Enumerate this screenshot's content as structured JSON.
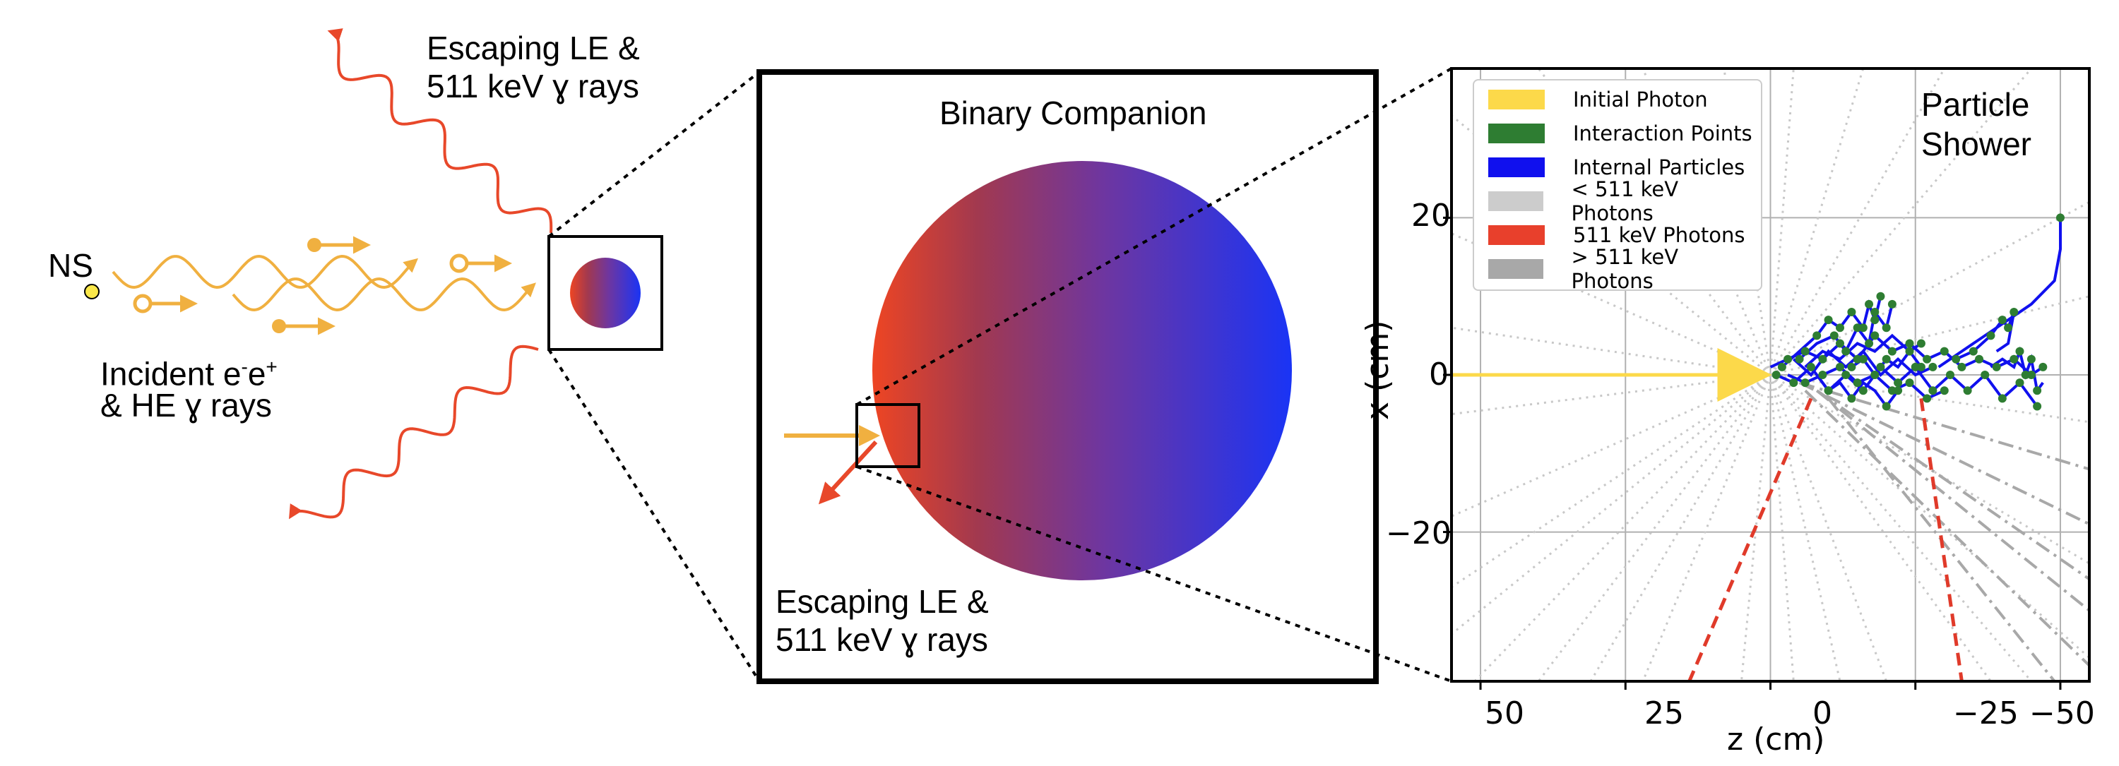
{
  "left_panel": {
    "ns_label": "NS",
    "incident_line1_prefix": "Incident e",
    "incident_sup1": "-",
    "incident_mid": "e",
    "incident_sup2": "+",
    "incident_line2": "& HE ɣ rays",
    "escaping_top_line1": "Escaping LE &",
    "escaping_top_line2": "511 keV ɣ rays"
  },
  "middle_panel": {
    "title": "Binary Companion",
    "escaping_line1": "Escaping LE &",
    "escaping_line2": "511 keV ɣ rays"
  },
  "right_panel": {
    "title_line1": "Particle",
    "title_line2": "Shower"
  },
  "colors": {
    "incident": "#f0b040",
    "escaping": "#e8482a",
    "initial_photon": "#fcd94a",
    "interaction": "#2e7d32",
    "internal": "#1010ee",
    "low_photon": "#cccccc",
    "photon_511": "#e03a2a",
    "high_photon": "#a8a8a8"
  },
  "chart_data": {
    "type": "scatter",
    "xlabel": "z (cm)",
    "ylabel": "x (cm)",
    "xlim": [
      55,
      -55
    ],
    "ylim": [
      -39,
      39
    ],
    "xticks": [
      50,
      25,
      0,
      -25,
      -50
    ],
    "yticks": [
      20,
      0,
      -20
    ],
    "xtick_labels": [
      "50",
      "25",
      "0",
      "−25",
      "−50"
    ],
    "ytick_labels": [
      "20",
      "0",
      "−20"
    ],
    "grid": true,
    "legend_position": "top-left",
    "legend": [
      "Initial Photon",
      "Interaction Points",
      "Internal Particles",
      "< 511 keV Photons",
      "511 keV Photons",
      "> 511 keV Photons"
    ],
    "initial_photon": [
      [
        55,
        0
      ],
      [
        0,
        0
      ]
    ],
    "photons_511": [
      [
        [
          -7,
          -3
        ],
        [
          14,
          -39
        ]
      ],
      [
        [
          -26,
          -3
        ],
        [
          -33,
          -39
        ]
      ]
    ],
    "photons_high": [
      [
        [
          -5,
          -1
        ],
        [
          -55,
          -12
        ]
      ],
      [
        [
          -5,
          -1
        ],
        [
          -55,
          -19
        ]
      ],
      [
        [
          -8,
          -2
        ],
        [
          -55,
          -26
        ]
      ],
      [
        [
          -8,
          -2
        ],
        [
          -55,
          -30
        ]
      ],
      [
        [
          -6,
          -2
        ],
        [
          -55,
          -37
        ]
      ],
      [
        [
          -10,
          -3
        ],
        [
          -49,
          -39
        ]
      ]
    ],
    "photons_low": [
      [
        [
          0,
          0
        ],
        [
          55,
          -5
        ]
      ],
      [
        [
          0,
          0
        ],
        [
          55,
          -18
        ]
      ],
      [
        [
          0,
          0
        ],
        [
          55,
          -27
        ]
      ],
      [
        [
          0,
          0
        ],
        [
          55,
          -33
        ]
      ],
      [
        [
          0,
          0
        ],
        [
          51,
          -39
        ]
      ],
      [
        [
          0,
          0
        ],
        [
          40,
          -39
        ]
      ],
      [
        [
          0,
          0
        ],
        [
          31,
          -39
        ]
      ],
      [
        [
          0,
          0
        ],
        [
          22,
          -39
        ]
      ],
      [
        [
          0,
          0
        ],
        [
          5,
          -39
        ]
      ],
      [
        [
          0,
          0
        ],
        [
          -4,
          -39
        ]
      ],
      [
        [
          0,
          0
        ],
        [
          -12,
          -39
        ]
      ],
      [
        [
          0,
          0
        ],
        [
          -20,
          -39
        ]
      ],
      [
        [
          0,
          0
        ],
        [
          -38,
          -39
        ]
      ],
      [
        [
          0,
          0
        ],
        [
          -45,
          -39
        ]
      ],
      [
        [
          0,
          0
        ],
        [
          -55,
          -36
        ]
      ],
      [
        [
          0,
          0
        ],
        [
          -55,
          -24
        ]
      ],
      [
        [
          0,
          0
        ],
        [
          -55,
          -6
        ]
      ],
      [
        [
          0,
          0
        ],
        [
          -55,
          10
        ]
      ],
      [
        [
          0,
          0
        ],
        [
          -55,
          22
        ]
      ],
      [
        [
          0,
          0
        ],
        [
          -45,
          39
        ]
      ],
      [
        [
          0,
          0
        ],
        [
          -30,
          39
        ]
      ],
      [
        [
          0,
          0
        ],
        [
          -16,
          39
        ]
      ],
      [
        [
          0,
          0
        ],
        [
          -4,
          39
        ]
      ],
      [
        [
          0,
          0
        ],
        [
          8,
          39
        ]
      ],
      [
        [
          0,
          0
        ],
        [
          22,
          39
        ]
      ],
      [
        [
          0,
          0
        ],
        [
          40,
          39
        ]
      ],
      [
        [
          0,
          0
        ],
        [
          55,
          33
        ]
      ],
      [
        [
          0,
          0
        ],
        [
          55,
          18
        ]
      ],
      [
        [
          0,
          0
        ],
        [
          55,
          6
        ]
      ]
    ],
    "internal_tracks": [
      [
        [
          0,
          1
        ],
        [
          -3,
          2
        ],
        [
          -6,
          3
        ],
        [
          -9,
          2
        ],
        [
          -12,
          4
        ],
        [
          -15,
          2
        ],
        [
          -18,
          5
        ],
        [
          -21,
          3
        ],
        [
          -24,
          4
        ],
        [
          -27,
          2
        ],
        [
          -30,
          3
        ],
        [
          -33,
          1
        ],
        [
          -36,
          2
        ],
        [
          -39,
          1
        ],
        [
          -42,
          2
        ],
        [
          -45,
          0
        ],
        [
          -47,
          1
        ]
      ],
      [
        [
          -1,
          0
        ],
        [
          -4,
          -1
        ],
        [
          -7,
          1
        ],
        [
          -10,
          -2
        ],
        [
          -13,
          0
        ],
        [
          -16,
          -2
        ],
        [
          -19,
          1
        ],
        [
          -22,
          -1
        ],
        [
          -25,
          1
        ],
        [
          -28,
          -2
        ],
        [
          -31,
          0
        ],
        [
          -34,
          -2
        ],
        [
          -37,
          0
        ],
        [
          -40,
          -3
        ],
        [
          -43,
          -1
        ],
        [
          -46,
          -4
        ]
      ],
      [
        [
          -2,
          1
        ],
        [
          -5,
          3
        ],
        [
          -8,
          5
        ],
        [
          -10,
          7
        ],
        [
          -12,
          6
        ],
        [
          -14,
          8
        ],
        [
          -16,
          6
        ],
        [
          -17,
          9
        ],
        [
          -18,
          7
        ],
        [
          -19,
          10
        ]
      ],
      [
        [
          -5,
          2
        ],
        [
          -8,
          4
        ],
        [
          -11,
          5
        ],
        [
          -13,
          3
        ],
        [
          -15,
          6
        ],
        [
          -17,
          4
        ],
        [
          -18,
          8
        ],
        [
          -20,
          6
        ],
        [
          -21,
          9
        ]
      ],
      [
        [
          -3,
          0
        ],
        [
          -6,
          -1
        ],
        [
          -9,
          0
        ],
        [
          -12,
          1
        ],
        [
          -15,
          -1
        ],
        [
          -18,
          0
        ],
        [
          -21,
          -2
        ],
        [
          -24,
          -1
        ],
        [
          -27,
          -3
        ],
        [
          -30,
          -2
        ]
      ],
      [
        [
          -6,
          1
        ],
        [
          -9,
          3
        ],
        [
          -12,
          2
        ],
        [
          -15,
          4
        ],
        [
          -18,
          3
        ],
        [
          -21,
          5
        ],
        [
          -24,
          3
        ],
        [
          -26,
          4
        ]
      ],
      [
        [
          -4,
          2
        ],
        [
          -7,
          0
        ],
        [
          -10,
          3
        ],
        [
          -13,
          1
        ],
        [
          -16,
          3
        ],
        [
          -19,
          0
        ],
        [
          -22,
          2
        ],
        [
          -25,
          0
        ],
        [
          -28,
          1
        ]
      ],
      [
        [
          -29,
          1
        ],
        [
          -33,
          3
        ],
        [
          -37,
          5
        ],
        [
          -41,
          7
        ],
        [
          -45,
          9
        ],
        [
          -49,
          12
        ],
        [
          -50,
          16
        ],
        [
          -50,
          20
        ]
      ],
      [
        [
          -32,
          2
        ],
        [
          -35,
          3
        ],
        [
          -38,
          5
        ],
        [
          -40,
          7
        ],
        [
          -41,
          6
        ],
        [
          -42,
          8
        ],
        [
          -41,
          4
        ],
        [
          -39,
          3
        ]
      ],
      [
        [
          -38,
          1
        ],
        [
          -40,
          2
        ],
        [
          -42,
          1
        ],
        [
          -43,
          3
        ],
        [
          -44,
          0
        ],
        [
          -45,
          2
        ],
        [
          -46,
          -2
        ],
        [
          -47,
          -1
        ]
      ],
      [
        [
          -14,
          1
        ],
        [
          -16,
          2
        ],
        [
          -18,
          0
        ],
        [
          -20,
          2
        ],
        [
          -22,
          1
        ],
        [
          -24,
          3
        ],
        [
          -26,
          1
        ]
      ],
      [
        [
          -8,
          0
        ],
        [
          -10,
          -2
        ],
        [
          -12,
          -1
        ],
        [
          -14,
          -3
        ],
        [
          -16,
          -1
        ],
        [
          -18,
          -2
        ],
        [
          -20,
          -4
        ],
        [
          -22,
          -2
        ]
      ]
    ],
    "interaction_points": [
      [
        -50,
        20
      ],
      [
        -3,
        2
      ],
      [
        -6,
        3
      ],
      [
        -9,
        2
      ],
      [
        -12,
        4
      ],
      [
        -15,
        2
      ],
      [
        -18,
        5
      ],
      [
        -21,
        3
      ],
      [
        -24,
        4
      ],
      [
        -27,
        2
      ],
      [
        -30,
        3
      ],
      [
        -33,
        1
      ],
      [
        -36,
        2
      ],
      [
        -39,
        1
      ],
      [
        -42,
        2
      ],
      [
        -45,
        0
      ],
      [
        -47,
        1
      ],
      [
        -4,
        -1
      ],
      [
        -7,
        1
      ],
      [
        -10,
        -2
      ],
      [
        -13,
        0
      ],
      [
        -16,
        -2
      ],
      [
        -19,
        1
      ],
      [
        -22,
        -1
      ],
      [
        -25,
        1
      ],
      [
        -28,
        -2
      ],
      [
        -31,
        0
      ],
      [
        -34,
        -2
      ],
      [
        -37,
        0
      ],
      [
        -40,
        -3
      ],
      [
        -43,
        -1
      ],
      [
        -46,
        -4
      ],
      [
        -8,
        5
      ],
      [
        -10,
        7
      ],
      [
        -12,
        6
      ],
      [
        -14,
        8
      ],
      [
        -16,
        6
      ],
      [
        -17,
        9
      ],
      [
        -18,
        7
      ],
      [
        -19,
        10
      ],
      [
        -11,
        5
      ],
      [
        -13,
        3
      ],
      [
        -15,
        6
      ],
      [
        -17,
        4
      ],
      [
        -18,
        8
      ],
      [
        -20,
        6
      ],
      [
        -21,
        9
      ],
      [
        -6,
        -1
      ],
      [
        -9,
        0
      ],
      [
        -12,
        1
      ],
      [
        -15,
        -1
      ],
      [
        -18,
        0
      ],
      [
        -21,
        -2
      ],
      [
        -24,
        -1
      ],
      [
        -27,
        -3
      ],
      [
        -30,
        -2
      ],
      [
        -40,
        7
      ],
      [
        -41,
        6
      ],
      [
        -42,
        8
      ],
      [
        -43,
        3
      ],
      [
        -44,
        0
      ],
      [
        -45,
        2
      ],
      [
        -46,
        -2
      ],
      [
        -14,
        1
      ],
      [
        -16,
        2
      ],
      [
        -20,
        2
      ],
      [
        -24,
        3
      ],
      [
        -26,
        1
      ],
      [
        -10,
        -2
      ],
      [
        -14,
        -3
      ],
      [
        -20,
        -4
      ],
      [
        -22,
        -2
      ],
      [
        -2,
        1
      ],
      [
        -5,
        2
      ],
      [
        -1,
        0
      ],
      [
        -35,
        3
      ],
      [
        -38,
        5
      ],
      [
        -26,
        4
      ],
      [
        -28,
        1
      ],
      [
        -32,
        2
      ]
    ]
  }
}
